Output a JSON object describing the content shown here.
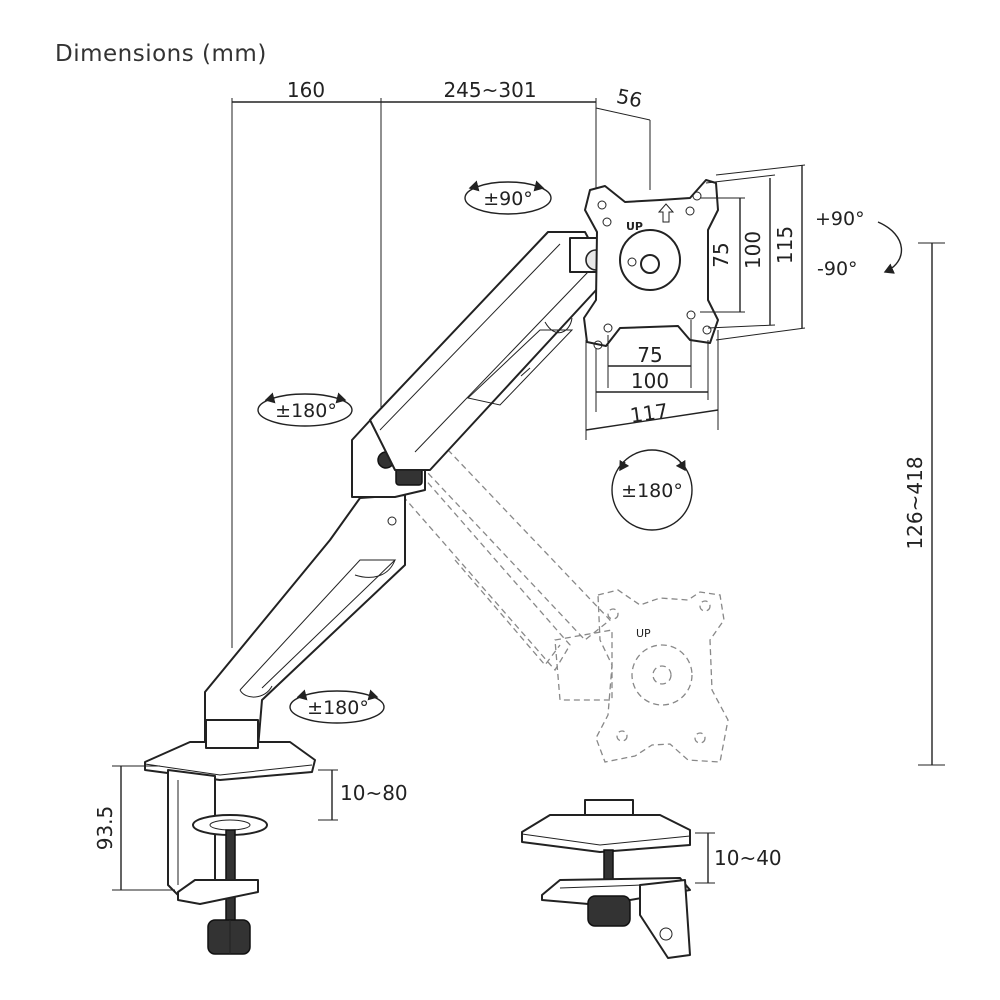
{
  "title": "Dimensions (mm)",
  "dimensions": {
    "arm_reach_1": "160",
    "arm_reach_2": "245~301",
    "depth": "56",
    "vesa_h_75": "75",
    "vesa_h_100": "100",
    "plate_width": "117",
    "vesa_v_75": "75",
    "vesa_v_100": "100",
    "plate_height": "115",
    "height_range": "126~418",
    "clamp_height": "93.5",
    "clamp_range": "10~80",
    "grommet_range": "10~40"
  },
  "rotations": {
    "tilt_top": "±90°",
    "tilt_plus": "+90°",
    "tilt_minus": "-90°",
    "arm_upper": "±180°",
    "arm_lower": "±180°",
    "plate_rotate": "±180°"
  },
  "plate_label": "UP"
}
